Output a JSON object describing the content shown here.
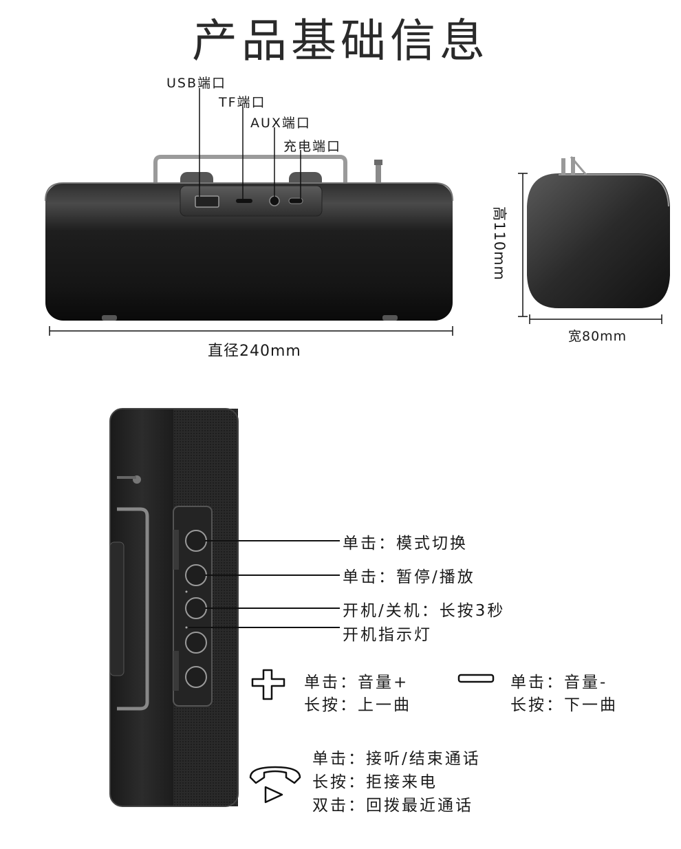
{
  "title": "产品基础信息",
  "ports": {
    "usb": "USB端口",
    "tf": "TF端口",
    "aux": "AUX端口",
    "charge": "充电端口"
  },
  "dimensions": {
    "diameter": "直径240mm",
    "height": "高110mm",
    "width": "宽80mm"
  },
  "buttons": {
    "mode": "单击：模式切换",
    "play": "单击：暂停/播放",
    "power": "开机/关机：长按3秒",
    "indicator": "开机指示灯"
  },
  "volume": {
    "plus_line1": "单击：音量+",
    "plus_line2": "长按：上一曲",
    "minus_line1": "单击：音量-",
    "minus_line2": "长按：下一曲"
  },
  "phone": {
    "line1": "单击：接听/结束通话",
    "line2": "长按：拒接来电",
    "line3": "双击：回拨最近通话"
  },
  "colors": {
    "body_dark": "#1c1c1c",
    "body_mid": "#3a3a3a",
    "highlight": "#6a6a6a"
  }
}
